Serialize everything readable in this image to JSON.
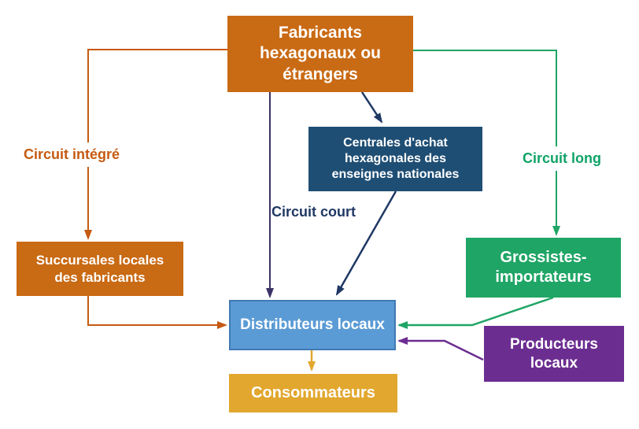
{
  "boxes": {
    "fabricants": {
      "label": "Fabricants\nhexagonaux ou\nétrangers",
      "color": "#C96A14"
    },
    "centrales": {
      "label": "Centrales d'achat\nhexagonales des\nenseignes nationales",
      "color": "#1F4E74"
    },
    "succursales": {
      "label": "Succursales locales\ndes fabricants",
      "color": "#C96A14"
    },
    "grossistes": {
      "label": "Grossistes-\nimportateurs",
      "color": "#1FA565"
    },
    "distributeurs": {
      "label": "Distributeurs locaux",
      "color": "#5B9BD5"
    },
    "producteurs": {
      "label": "Producteurs\nlocaux",
      "color": "#6C2D91"
    },
    "consommateurs": {
      "label": "Consommateurs",
      "color": "#E2A72E"
    }
  },
  "labels": {
    "circuit_integre": {
      "text": "Circuit intégré",
      "color": "#C55A11"
    },
    "circuit_court": {
      "text": "Circuit court",
      "color": "#1F3864"
    },
    "circuit_long": {
      "text": "Circuit long",
      "color": "#0FA367"
    }
  },
  "edges": [
    {
      "from": "fabricants",
      "to": "succursales",
      "circuit": "Circuit intégré",
      "color": "#C55A11"
    },
    {
      "from": "succursales",
      "to": "distributeurs",
      "circuit": "Circuit intégré",
      "color": "#C55A11"
    },
    {
      "from": "fabricants",
      "to": "distributeurs",
      "circuit": "Circuit court",
      "color": "#3A3366"
    },
    {
      "from": "fabricants",
      "to": "centrales",
      "circuit": "Circuit court",
      "color": "#1F3864"
    },
    {
      "from": "centrales",
      "to": "distributeurs",
      "circuit": "Circuit court",
      "color": "#1F3864"
    },
    {
      "from": "fabricants",
      "to": "grossistes",
      "circuit": "Circuit long",
      "color": "#1FA565"
    },
    {
      "from": "grossistes",
      "to": "distributeurs",
      "circuit": "Circuit long",
      "color": "#1FA565"
    },
    {
      "from": "producteurs",
      "to": "distributeurs",
      "circuit": "",
      "color": "#6C2D91"
    },
    {
      "from": "distributeurs",
      "to": "consommateurs",
      "circuit": "",
      "color": "#E2A72E"
    }
  ]
}
